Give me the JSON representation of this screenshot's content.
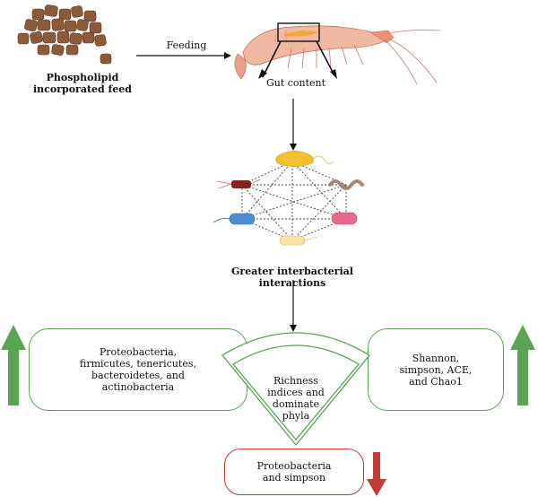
{
  "feed": {
    "label_line1": "Phospholipid",
    "label_line2": "incorporated feed"
  },
  "feeding_label": "Feeding",
  "gut_label": "Gut content",
  "network_label": "Greater interbacterial interactions",
  "left_box": {
    "lines": [
      "Proteobacteria,",
      "firmicutes, tenericutes,",
      "bacteroidetes, and",
      "actinobacteria"
    ]
  },
  "center_fan": {
    "lines": [
      "Richness",
      "indices and",
      "dominate",
      "phyla"
    ]
  },
  "right_box": {
    "lines": [
      "Shannon,",
      "simpson, ACE,",
      "and Chao1"
    ]
  },
  "bottom_box": {
    "lines": [
      "Proteobacteria",
      "and simpson"
    ]
  },
  "colors": {
    "up_arrow": "#5aa454",
    "down_arrow": "#c23b32",
    "box_border": "#5aa454",
    "bottom_border": "#c23b32"
  },
  "icons": [
    "feed-pellets-icon",
    "shrimp-icon",
    "bacteria-network-icon",
    "up-arrow-icon",
    "down-arrow-icon"
  ]
}
